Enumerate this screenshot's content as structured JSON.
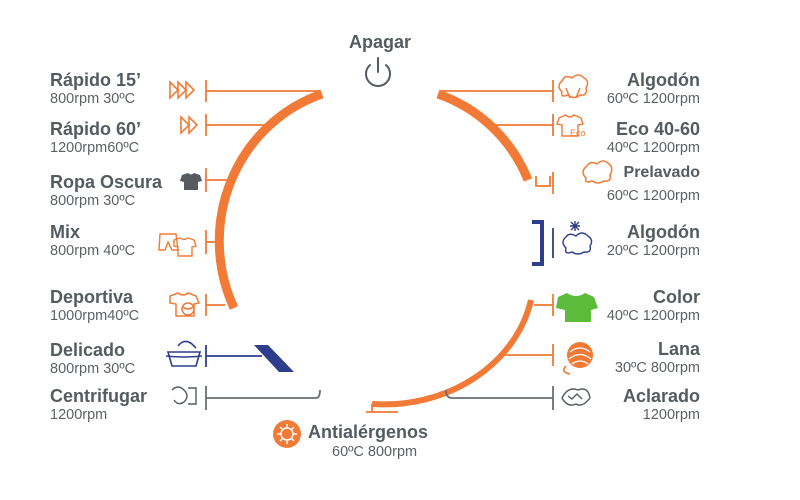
{
  "colors": {
    "accent": "#f07a36",
    "line_gray": "#6b6f73",
    "text": "#555b60",
    "blue": "#2d3e8c",
    "green": "#5dbb3b"
  },
  "power": {
    "label": "Apagar",
    "icon": "power-icon"
  },
  "programs_left": [
    {
      "name": "Rápido 15’",
      "spec": "800rpm 30ºC",
      "icon": "triple-forward-icon"
    },
    {
      "name": "Rápido 60’",
      "spec": "1200rpm60ºC",
      "icon": "double-forward-icon"
    },
    {
      "name": "Ropa Oscura",
      "spec": "800rpm 30ºC",
      "icon": "dark-shirt-icon"
    },
    {
      "name": "Mix",
      "spec": "800rpm 40ºC",
      "icon": "mixed-clothes-icon"
    },
    {
      "name": "Deportiva",
      "spec": "1000rpm40ºC",
      "icon": "sport-shirt-icon"
    },
    {
      "name": "Delicado",
      "spec": "800rpm 30ºC",
      "icon": "handwash-icon"
    },
    {
      "name": "Centrifugar",
      "spec": "1200rpm",
      "icon": "spin-icon"
    }
  ],
  "programs_right": [
    {
      "name": "Algodón",
      "spec": "60ºC 1200rpm",
      "icon": "cotton-icon"
    },
    {
      "name": "Eco 40-60",
      "spec": "40ºC 1200rpm",
      "icon": "eco-shirt-icon",
      "icon_text": "Eco"
    },
    {
      "name": "Prelavado",
      "spec": "60ºC 1200rpm",
      "icon": "prewash-icon"
    },
    {
      "name": "Algodón",
      "spec": "20ºC 1200rpm",
      "icon": "cold-cotton-icon"
    },
    {
      "name": "Color",
      "spec": "40ºC 1200rpm",
      "icon": "color-shirt-icon"
    },
    {
      "name": "Lana",
      "spec": "30ºC  800rpm",
      "icon": "wool-icon"
    },
    {
      "name": "Aclarado",
      "spec": "1200rpm",
      "icon": "rinse-icon"
    }
  ],
  "bottom": {
    "name": "Antialérgenos",
    "spec": "60ºC  800rpm",
    "icon": "allergen-icon"
  }
}
